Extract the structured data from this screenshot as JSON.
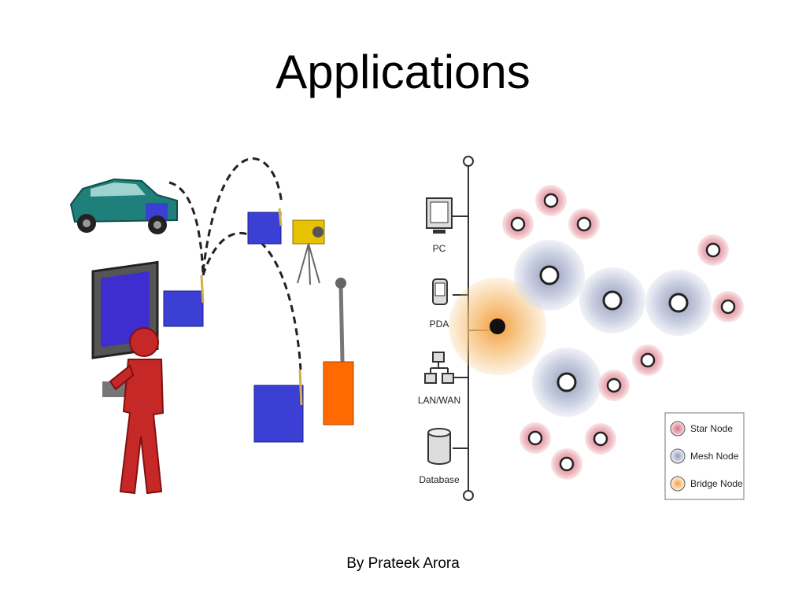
{
  "slide": {
    "title": "Applications",
    "footer": "By Prateek Arora"
  },
  "network_diagram": {
    "devices": [
      "PC",
      "PDA",
      "LAN/WAN",
      "Database"
    ],
    "legend": [
      "Star Node",
      "Mesh Node",
      "Bridge Node"
    ]
  },
  "colors": {
    "star_node": "#e8a3ad",
    "mesh_node": "#b7bed4",
    "bridge_node": "#f3b36b",
    "car": "#1f7f7a",
    "sensor_box": "#3b3fd4",
    "person": "#c62828"
  }
}
